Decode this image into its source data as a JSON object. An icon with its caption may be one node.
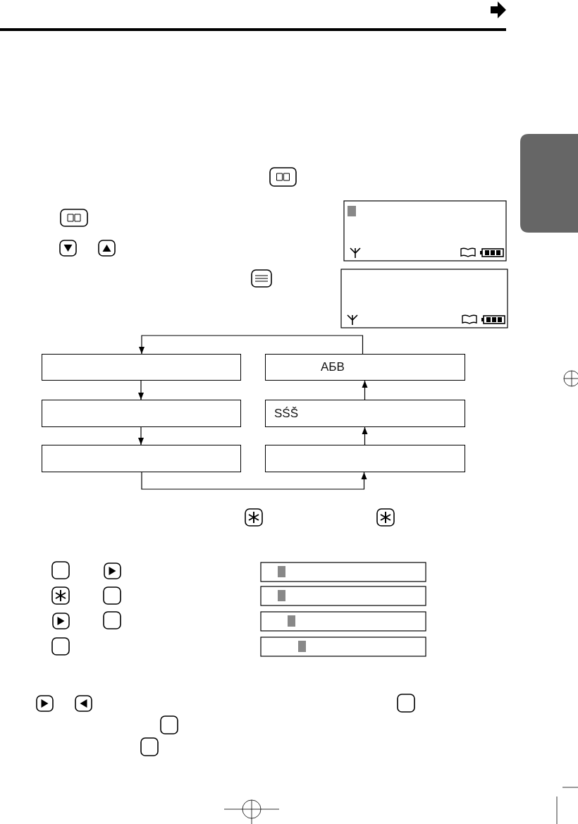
{
  "diagram": {
    "nodes": [
      {
        "text": [],
        "shape": "box"
      },
      {
        "text": [
          "АБВ"
        ]
      },
      {
        "text": [],
        "shape": "box"
      },
      {
        "text": [
          "SŚŠ"
        ]
      },
      {
        "text": [],
        "shape": "box"
      },
      {
        "text": [],
        "shape": "box"
      }
    ],
    "edges": [
      {
        "from": 1,
        "to": 0,
        "arrow": "to"
      },
      {
        "from": 0,
        "to": 2,
        "arrow": "to"
      },
      {
        "from": 2,
        "to": 4,
        "arrow": "to"
      },
      {
        "from": 4,
        "to": 5,
        "arrow": "to"
      },
      {
        "from": 5,
        "to": 3,
        "arrow": "to"
      },
      {
        "from": 3,
        "to": 1,
        "arrow": "to"
      }
    ]
  }
}
